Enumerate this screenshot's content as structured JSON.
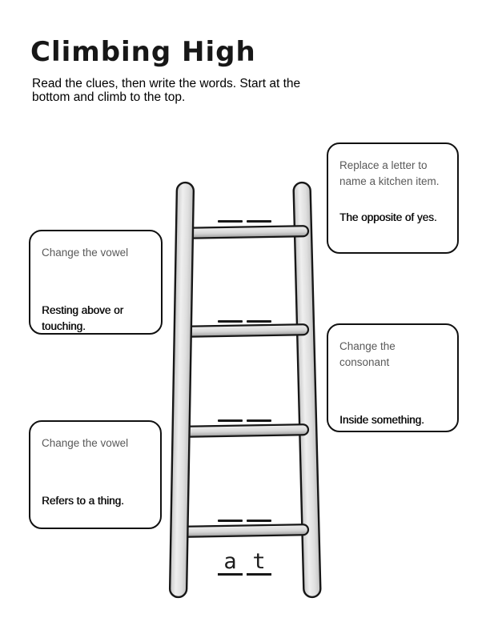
{
  "header": {
    "title": "Climbing High",
    "instructions": "Read the clues, then write the words. Start at the bottom and climb to the top."
  },
  "clues": {
    "top_right": {
      "hint": "Replace a letter to name a kitchen item.",
      "definition": "The opposite of yes."
    },
    "left_upper": {
      "hint": "Change the vowel",
      "definition": "Resting above or touching."
    },
    "right_middle": {
      "hint": "Change the consonant",
      "definition": "Inside something."
    },
    "left_lower": {
      "hint": "Change the vowel",
      "definition": "Refers to a thing."
    }
  },
  "ladder": {
    "rung_count": 4,
    "blank_slots_per_rung": 2,
    "start_word": {
      "letters": [
        "a",
        "t"
      ]
    }
  },
  "colors": {
    "ink": "#171717",
    "hint_text": "#595959",
    "ladder_fill": "#dcdcdc",
    "page_background": "#ffffff"
  }
}
